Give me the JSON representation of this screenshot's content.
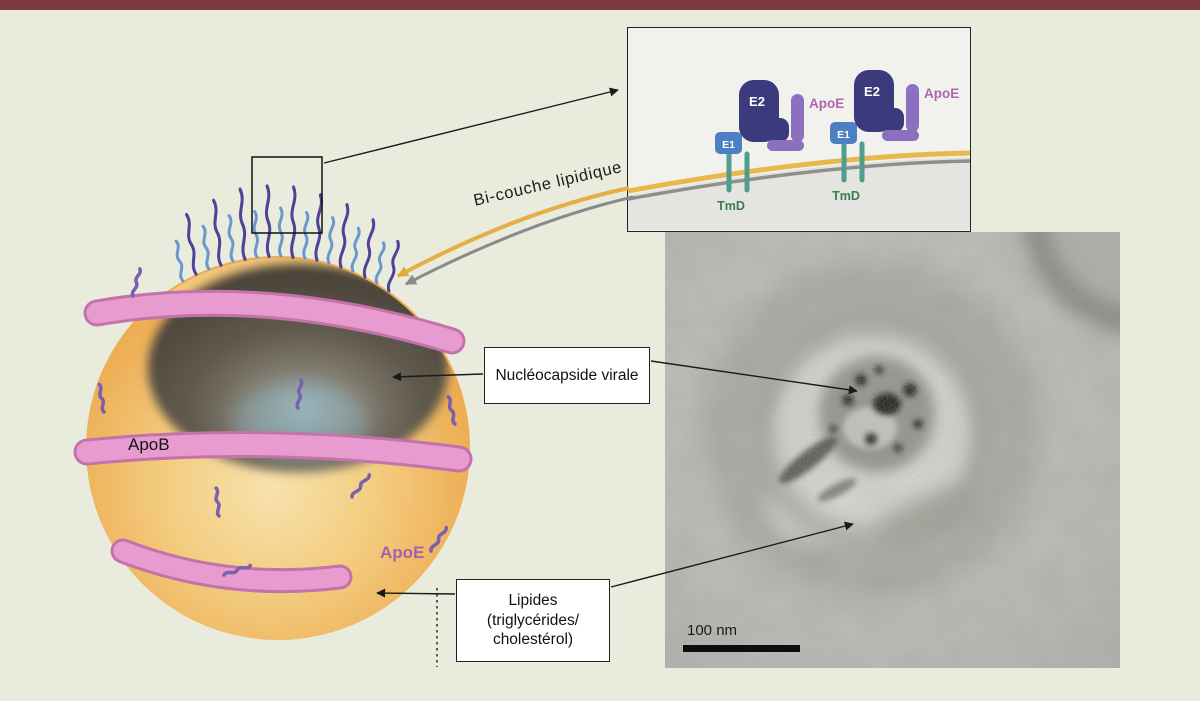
{
  "figure": {
    "bilayer_label": "Bi-couche lipidique",
    "apob_label": "ApoB",
    "apoe_label": "ApoE",
    "nucleocapsid_label": "Nucléocapside virale",
    "lipids_label": "Lipides (triglycérides/ cholestérol)"
  },
  "inset": {
    "e2_label": "E2",
    "e1_label": "E1",
    "apoe_label": "ApoE",
    "tmd_label": "TmD"
  },
  "micrograph": {
    "scale_label": "100 nm"
  },
  "colors": {
    "top_bar": "#7c393e",
    "background": "#e9ecdc",
    "lipoprotein_surface": "#eeb058",
    "nucleocapsid_core": "#5d564b",
    "apob_band": "#e296ca",
    "apoe_squiggle": "#7b5fb0",
    "e2_protein": "#3a3a7d",
    "e1_protein": "#4d80c2",
    "apoe_protein": "#8d6fc0",
    "tmd_segment": "#4f9d8f",
    "bilayer_outer": "#e8b84a",
    "bilayer_inner": "#8f8f8b"
  }
}
